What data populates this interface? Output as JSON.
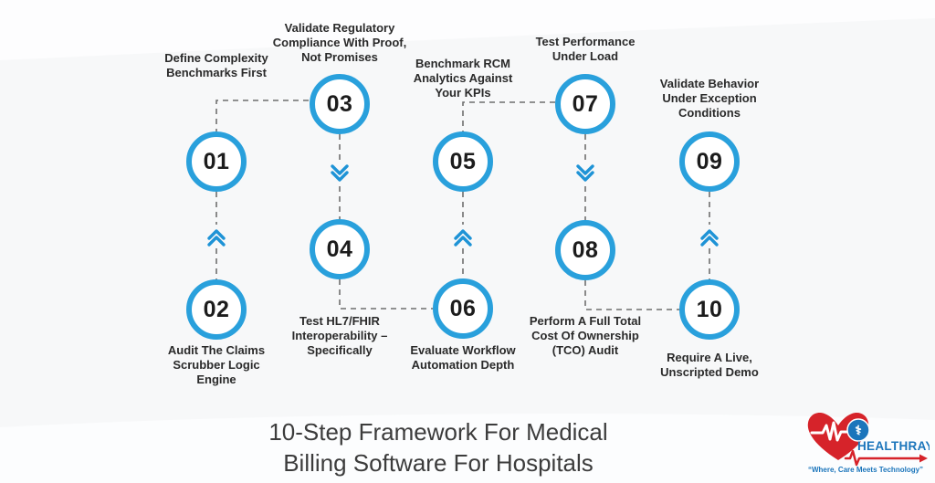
{
  "title": "10-Step Framework For Medical\nBilling Software For Hospitals",
  "colors": {
    "bg": "#f7f8f9",
    "accent": "#29a0dc",
    "chevron": "#1e93d6",
    "dash": "#6f6f6f",
    "number": "#1c1c1c",
    "label": "#2a2a2a",
    "title": "#3c3c3c",
    "logo-red": "#d6232a",
    "logo-blue": "#1b75bb"
  },
  "steps": [
    {
      "number": "01",
      "label": "Define Complexity\nBenchmarks First"
    },
    {
      "number": "02",
      "label": "Audit The Claims\nScrubber Logic\nEngine"
    },
    {
      "number": "03",
      "label": "Validate Regulatory\nCompliance With Proof,\nNot Promises"
    },
    {
      "number": "04",
      "label": "Test HL7/FHIR\nInteroperability –\nSpecifically"
    },
    {
      "number": "05",
      "label": "Benchmark RCM\nAnalytics Against\nYour KPIs"
    },
    {
      "number": "06",
      "label": "Evaluate Workflow\nAutomation Depth"
    },
    {
      "number": "07",
      "label": "Test Performance\nUnder Load"
    },
    {
      "number": "08",
      "label": "Perform A Full Total\nCost Of Ownership\n(TCO) Audit"
    },
    {
      "number": "09",
      "label": "Validate Behavior\nUnder Exception\nConditions"
    },
    {
      "number": "10",
      "label": "Require A Live,\nUnscripted Demo"
    }
  ],
  "logo": {
    "name": "HEALTHRAY",
    "tagline": "“Where, Care Meets Technology”",
    "medical_symbol": "⚕"
  }
}
